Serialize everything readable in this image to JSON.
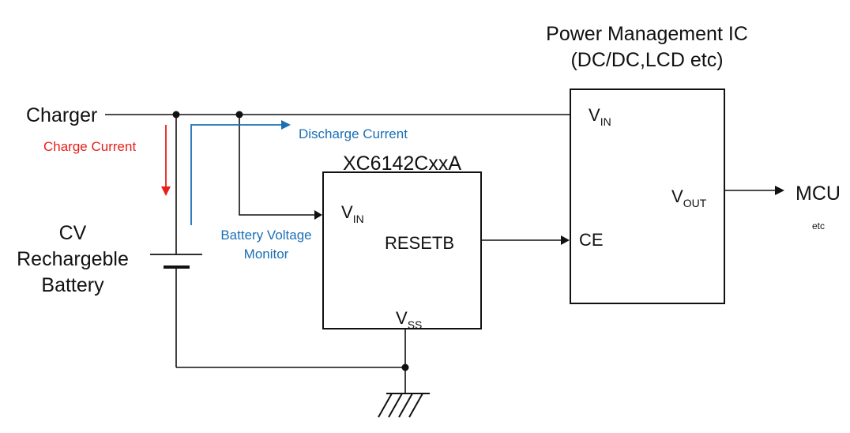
{
  "labels": {
    "charger": "Charger",
    "charge_current": "Charge Current",
    "discharge_current": "Discharge Current",
    "battery_line1": "CV",
    "battery_line2": "Rechargeble",
    "battery_line3": "Battery",
    "bvm_line1": "Battery Voltage",
    "bvm_line2": "Monitor",
    "mcu": "MCU",
    "mcu_sub": "etc"
  },
  "ic": {
    "name": "XC6142CxxA",
    "vin_main": "V",
    "vin_sub": "IN",
    "resetb": "RESETB",
    "vss_main": "V",
    "vss_sub": "SS"
  },
  "pmic": {
    "title_line1": "Power Management IC",
    "title_line2": "(DC/DC,LCD etc)",
    "vin_main": "V",
    "vin_sub": "IN",
    "ce": "CE",
    "vout_main": "V",
    "vout_sub": "OUT"
  },
  "colors": {
    "charge_current": "#e8201a",
    "discharge_current": "#1b6fb5",
    "wire": "#111111"
  }
}
